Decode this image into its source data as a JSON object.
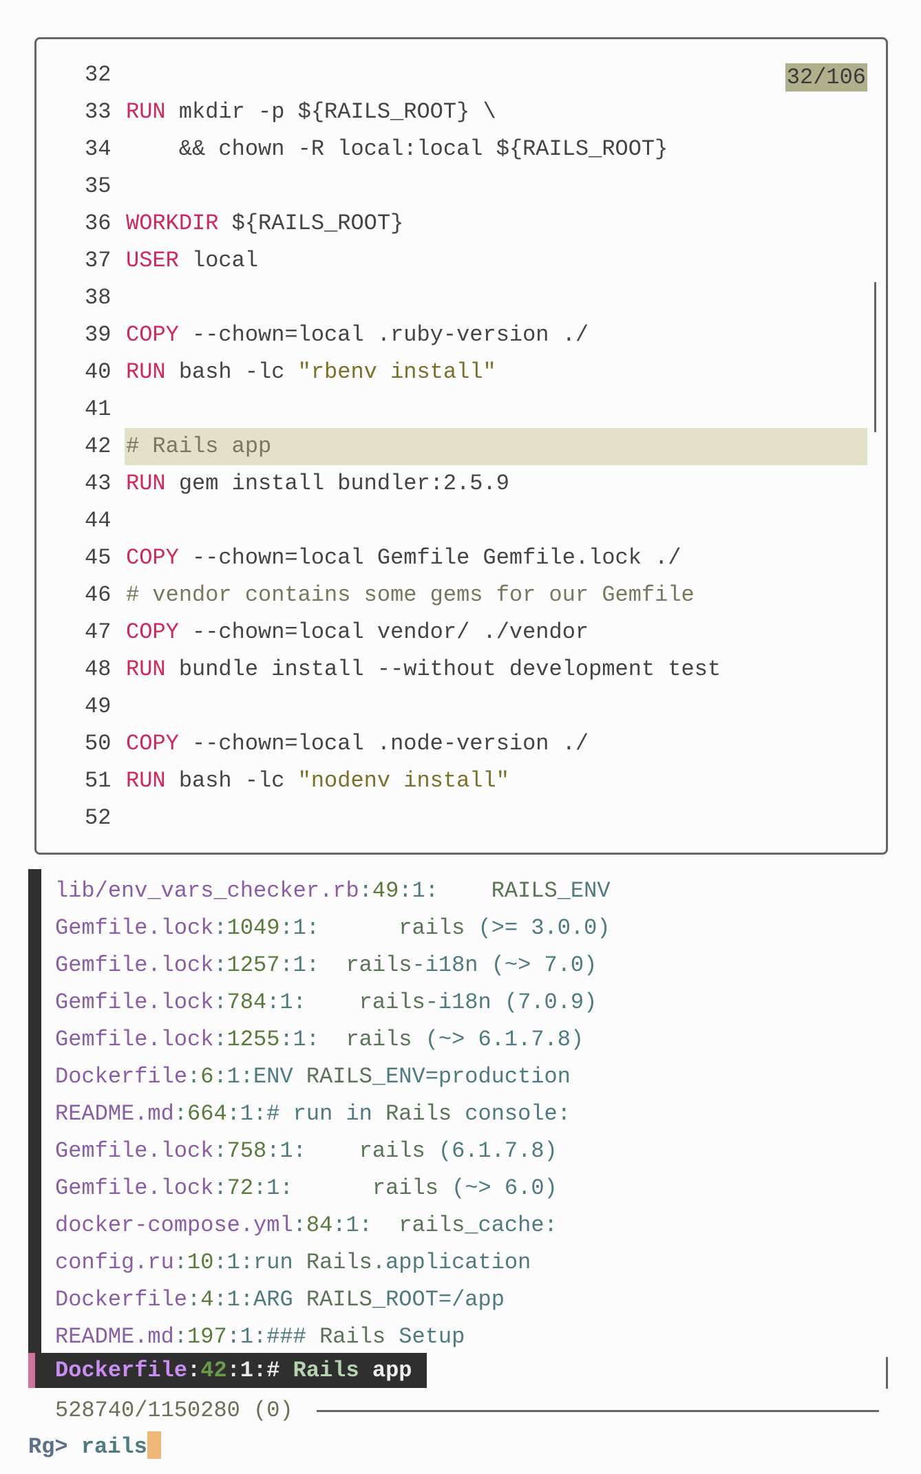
{
  "preview": {
    "counter": "32/106",
    "highlight_line": "42",
    "lines": [
      {
        "num": "32",
        "segs": []
      },
      {
        "num": "33",
        "segs": [
          {
            "t": "RUN",
            "c": "kw"
          },
          {
            "t": " mkdir -p ${RAILS_ROOT} \\",
            "c": "tx"
          }
        ]
      },
      {
        "num": "34",
        "segs": [
          {
            "t": "    && chown -R local:local ${RAILS_ROOT}",
            "c": "tx"
          }
        ]
      },
      {
        "num": "35",
        "segs": []
      },
      {
        "num": "36",
        "segs": [
          {
            "t": "WORKDIR",
            "c": "kw"
          },
          {
            "t": " ${RAILS_ROOT}",
            "c": "tx"
          }
        ]
      },
      {
        "num": "37",
        "segs": [
          {
            "t": "USER",
            "c": "kw"
          },
          {
            "t": " local",
            "c": "tx"
          }
        ]
      },
      {
        "num": "38",
        "segs": []
      },
      {
        "num": "39",
        "segs": [
          {
            "t": "COPY",
            "c": "kw"
          },
          {
            "t": " --chown=local .ruby-version ./",
            "c": "tx"
          }
        ]
      },
      {
        "num": "40",
        "segs": [
          {
            "t": "RUN",
            "c": "kw"
          },
          {
            "t": " bash -lc ",
            "c": "tx"
          },
          {
            "t": "\"rbenv install\"",
            "c": "str"
          }
        ]
      },
      {
        "num": "41",
        "segs": []
      },
      {
        "num": "42",
        "segs": [
          {
            "t": "# Rails app",
            "c": "cm"
          }
        ]
      },
      {
        "num": "43",
        "segs": [
          {
            "t": "RUN",
            "c": "kw"
          },
          {
            "t": " gem install bundler:2.5.9",
            "c": "tx"
          }
        ]
      },
      {
        "num": "44",
        "segs": []
      },
      {
        "num": "45",
        "segs": [
          {
            "t": "COPY",
            "c": "kw"
          },
          {
            "t": " --chown=local Gemfile Gemfile.lock ./",
            "c": "tx"
          }
        ]
      },
      {
        "num": "46",
        "segs": [
          {
            "t": "# vendor contains some gems for our Gemfile",
            "c": "cm"
          }
        ]
      },
      {
        "num": "47",
        "segs": [
          {
            "t": "COPY",
            "c": "kw"
          },
          {
            "t": " --chown=local vendor/ ./vendor",
            "c": "tx"
          }
        ]
      },
      {
        "num": "48",
        "segs": [
          {
            "t": "RUN",
            "c": "kw"
          },
          {
            "t": " bundle install --without development test",
            "c": "tx"
          }
        ]
      },
      {
        "num": "49",
        "segs": []
      },
      {
        "num": "50",
        "segs": [
          {
            "t": "COPY",
            "c": "kw"
          },
          {
            "t": " --chown=local .node-version ./",
            "c": "tx"
          }
        ]
      },
      {
        "num": "51",
        "segs": [
          {
            "t": "RUN",
            "c": "kw"
          },
          {
            "t": " bash -lc ",
            "c": "tx"
          },
          {
            "t": "\"nodenv install\"",
            "c": "str"
          }
        ]
      },
      {
        "num": "52",
        "segs": []
      }
    ]
  },
  "results": [
    {
      "file": "lib/env_vars_checker.rb",
      "line": "49",
      "sep": ":1:",
      "pre": "    ",
      "match": "RAILS",
      "post": "_ENV"
    },
    {
      "file": "Gemfile.lock",
      "line": "1049",
      "sep": ":1:",
      "pre": "      ",
      "match": "rails",
      "post": " (>= 3.0.0)"
    },
    {
      "file": "Gemfile.lock",
      "line": "1257",
      "sep": ":1:",
      "pre": "  ",
      "match": "rails",
      "post": "-i18n (~> 7.0)"
    },
    {
      "file": "Gemfile.lock",
      "line": "784",
      "sep": ":1:",
      "pre": "    ",
      "match": "rails",
      "post": "-i18n (7.0.9)"
    },
    {
      "file": "Gemfile.lock",
      "line": "1255",
      "sep": ":1:",
      "pre": "  ",
      "match": "rails",
      "post": " (~> 6.1.7.8)"
    },
    {
      "file": "Dockerfile",
      "line": "6",
      "sep": ":1:",
      "pre": "ENV ",
      "match": "RAILS",
      "post": "_ENV=production"
    },
    {
      "file": "README.md",
      "line": "664",
      "sep": ":1:",
      "pre": "# run in ",
      "match": "Rails",
      "post": " console:"
    },
    {
      "file": "Gemfile.lock",
      "line": "758",
      "sep": ":1:",
      "pre": "    ",
      "match": "rails",
      "post": " (6.1.7.8)"
    },
    {
      "file": "Gemfile.lock",
      "line": "72",
      "sep": ":1:",
      "pre": "      ",
      "match": "rails",
      "post": " (~> 6.0)"
    },
    {
      "file": "docker-compose.yml",
      "line": "84",
      "sep": ":1:",
      "pre": "  ",
      "match": "rails",
      "post": "_cache:"
    },
    {
      "file": "config.ru",
      "line": "10",
      "sep": ":1:",
      "pre": "run ",
      "match": "Rails",
      "post": ".application"
    },
    {
      "file": "Dockerfile",
      "line": "4",
      "sep": ":1:",
      "pre": "ARG ",
      "match": "RAILS",
      "post": "_ROOT=/app"
    },
    {
      "file": "README.md",
      "line": "197",
      "sep": ":1:",
      "pre": "### ",
      "match": "Rails",
      "post": " Setup"
    }
  ],
  "selected": {
    "file": "Dockerfile",
    "line": "42",
    "sep": ":1:",
    "pre": "# ",
    "match": "Rails",
    "post": " app"
  },
  "status": {
    "count": "528740/1150280 (0)"
  },
  "prompt": {
    "label": "Rg>",
    "query": "rails"
  }
}
